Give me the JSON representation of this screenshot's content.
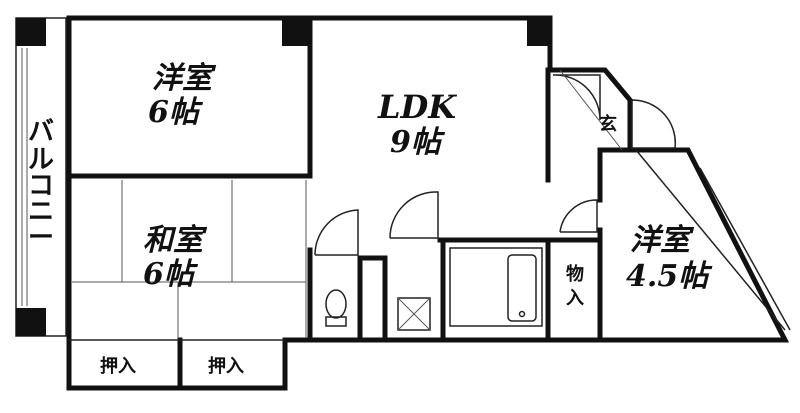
{
  "rooms": {
    "western1": {
      "name": "洋室",
      "size": "6帖"
    },
    "ldk": {
      "name": "LDK",
      "size": "9帖"
    },
    "japanese": {
      "name": "和室",
      "size": "6帖"
    },
    "western2": {
      "name": "洋室",
      "size": "4.5帖"
    },
    "entrance": "玄",
    "closet1": "押入",
    "closet2": "押入",
    "storage": [
      "物",
      "入"
    ],
    "balcony": [
      "バ",
      "ル",
      "コ",
      "ニ",
      "ー"
    ]
  }
}
